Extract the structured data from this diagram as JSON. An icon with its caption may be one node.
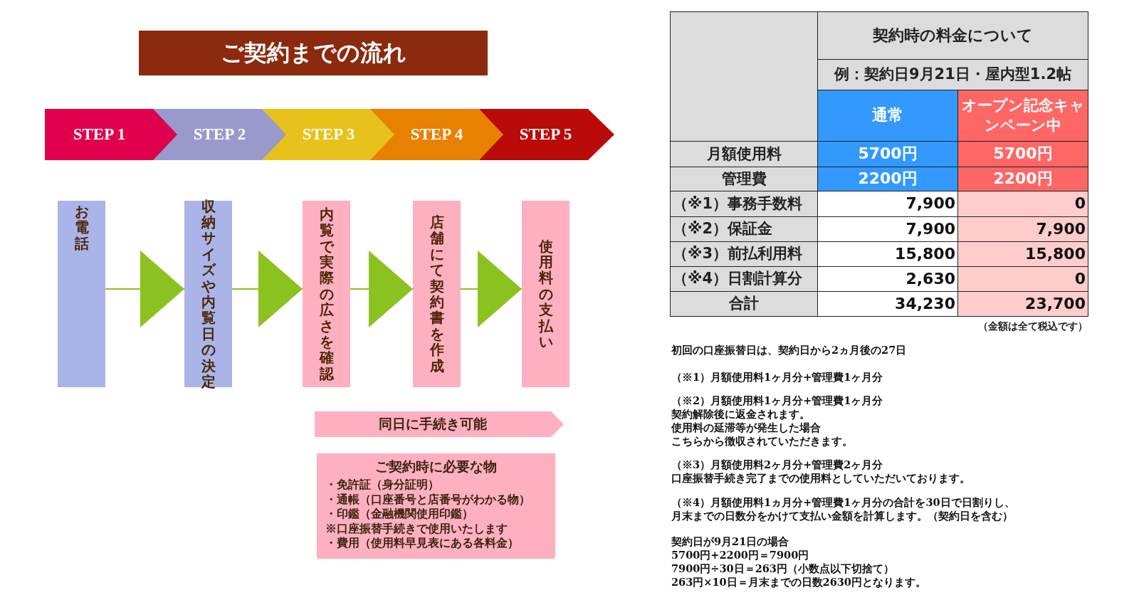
{
  "diagram": {
    "title": "ご契約までの流れ",
    "nodes": [
      {
        "text": [
          "STEP 1"
        ]
      },
      {
        "text": [
          "STEP 2"
        ]
      },
      {
        "text": [
          "STEP 3"
        ]
      },
      {
        "text": [
          "STEP 4"
        ]
      },
      {
        "text": [
          "STEP 5"
        ]
      },
      {
        "text": [
          "お電話"
        ]
      },
      {
        "text": [
          "収納サイズや内覧日の決定"
        ]
      },
      {
        "text": [
          "内覧で実際の広さを確認"
        ]
      },
      {
        "text": [
          "店舗にて契約書を作成"
        ]
      },
      {
        "text": [
          "使用料の支払い"
        ]
      },
      {
        "text": [
          "同日に手続き可能"
        ]
      },
      {
        "text": [
          "ご契約時に必要な物",
          "・免許証（身分証明）",
          "・通帳（口座番号と店番号がわかる物）",
          "・印鑑（金融機関使用印鑑）",
          "※口座振替手続きで使用いたします",
          "・費用（使用料早見表にある各料金）"
        ]
      }
    ],
    "edges": [
      {
        "from": 5,
        "to": 6,
        "arrow": "to"
      },
      {
        "from": 6,
        "to": 7,
        "arrow": "to"
      },
      {
        "from": 7,
        "to": 8,
        "arrow": "to"
      },
      {
        "from": 8,
        "to": 9,
        "arrow": "to"
      }
    ],
    "labels": [
      "契約時の料金について",
      "例：契約日9月21日・屋内型1.2帖",
      "通常",
      "オープン記念キャンペーン中",
      "月額使用料",
      "5700円",
      "5700円",
      "管理費",
      "2200円",
      "2200円",
      "（※1）事務手数料",
      "7,900",
      "0",
      "（※2）保証金",
      "7,900",
      "7,900",
      "（※3）前払利用料",
      "15,800",
      "15,800",
      "（※4）日割計算分",
      "2,630",
      "0",
      "合計",
      "34,230",
      "23,700",
      "（金額は全て税込です）",
      "初回の口座振替日は、契約日から2ヵ月後の27日",
      "（※1）月額使用料1ヶ月分+管理費1ヶ月分",
      "（※2）月額使用料1ヶ月分+管理費1ヶ月分",
      "契約解除後に返金されます。",
      "使用料の延滞等が発生した場合",
      "こちらから徴収されていただきます。",
      "（※3）月額使用料2ヶ月分+管理費2ヶ月分",
      "口座振替手続き完了までの使用料としていただいております。",
      "（※4）月額使用料1ヵ月分+管理費1ヶ月分の合計を30日で日割りし、",
      "月末までの日数分をかけて支払い金額を計算します。（契約日を含む）",
      "契約日が9月21日の場合",
      "5700円+2200円＝7900円",
      "7900円÷30日＝263円（小数点以下切捨て）",
      "263円×10日＝月末までの日数2630円となります。"
    ]
  }
}
